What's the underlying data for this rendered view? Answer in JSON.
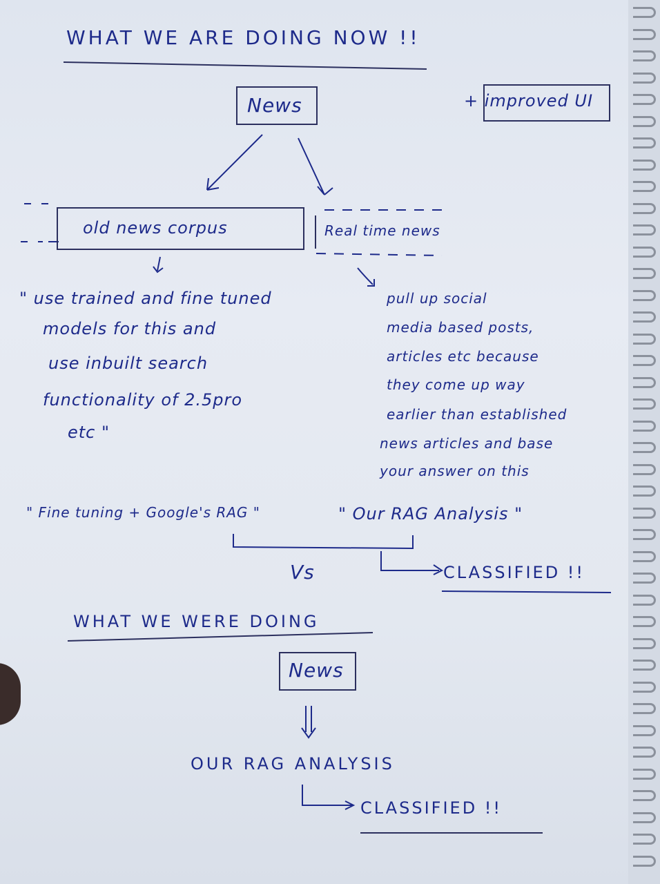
{
  "header": {
    "title": "WHAT WE ARE DOING NOW !!"
  },
  "now": {
    "root": "News",
    "addon": "+ improved UI",
    "left_branch": "old news corpus",
    "right_branch": "Real time news",
    "left_desc": [
      "\" use trained and fine tuned",
      "models for this and",
      "use inbuilt search",
      "functionality of 2.5pro",
      "etc \""
    ],
    "right_desc": [
      "pull up social",
      "media based posts,",
      "articles etc because",
      "they come up way",
      "earlier than established",
      "news articles and base",
      "your answer on this"
    ],
    "left_summary": "\" Fine tuning + Google's RAG \"",
    "right_summary": "\" Our RAG Analysis \"",
    "result": "CLASSIFIED !!"
  },
  "vs": "Vs",
  "before": {
    "title": "WHAT WE WERE DOING",
    "root": "News",
    "step": "OUR RAG ANALYSIS",
    "result": "CLASSIFIED !!"
  },
  "colors": {
    "ink": "#1d2a8a",
    "paper": "#e3e8f0",
    "box_line": "#2b2f5e"
  }
}
